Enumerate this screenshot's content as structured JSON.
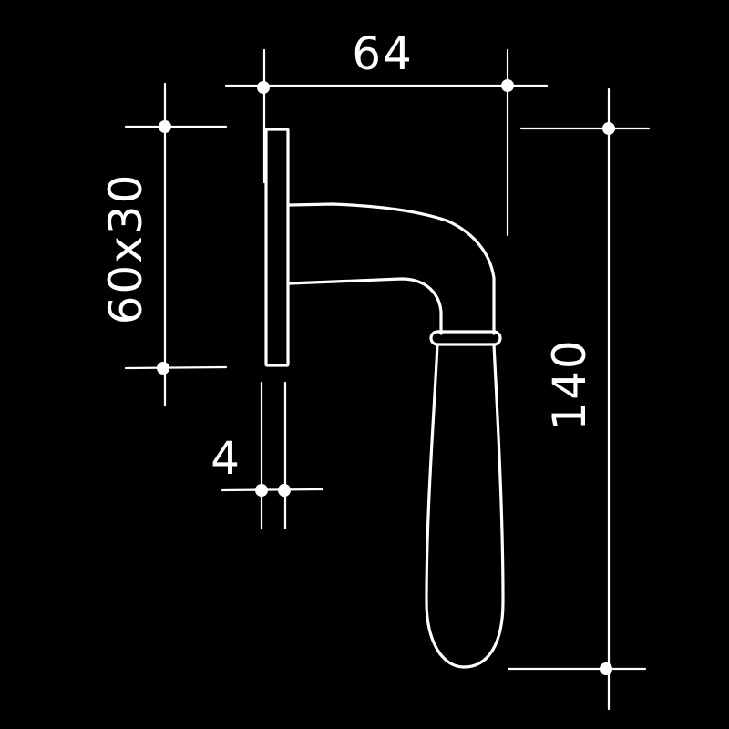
{
  "drawing": {
    "subject": "door-lever-handle",
    "background_color": "#000000",
    "line_color": "#ffffff"
  },
  "dimensions": {
    "width": "64",
    "height": "140",
    "rose": "60x30",
    "rose_thickness": "4"
  }
}
